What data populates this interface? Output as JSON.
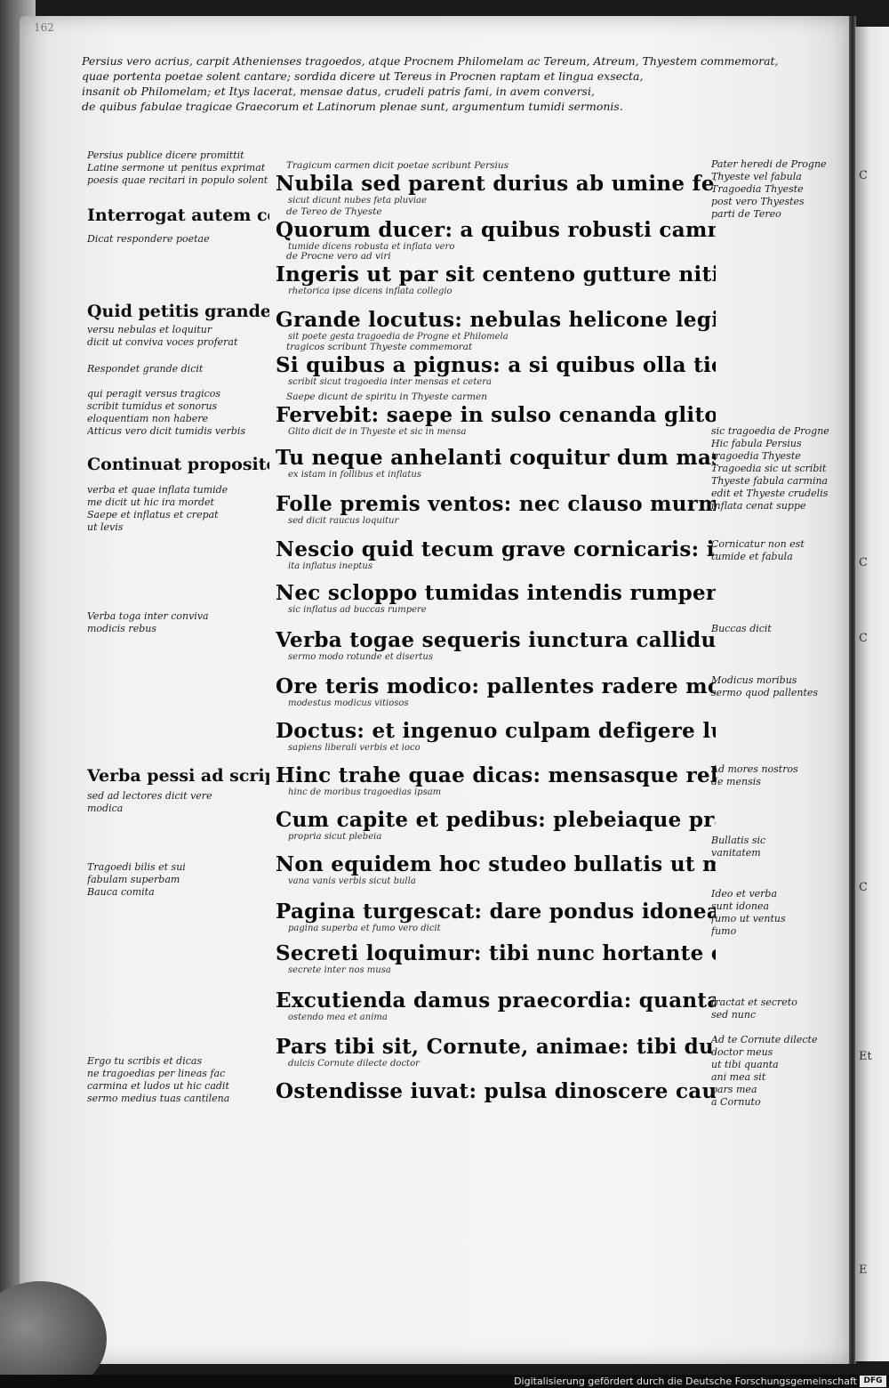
{
  "header": {
    "lines": [
      "Persius vero acrius, carpit Athenienses tragoedos, atque Procnem Philomelam ac Tereum, Atreum, Thyestem commemorat,",
      "quae portenta poetae solent cantare; sordida dicere ut Tereus in Procnen raptam et lingua exsecta,",
      "insanit ob Philomelam; et Itys lacerat, mensae datus, crudeli patris fami, in avem conversi,",
      "de quibus fabulae tragicae Graecorum et Latinorum plenae sunt, argumentum tumidi sermonis."
    ]
  },
  "left_margin": [
    {
      "lines": [
        "Persius publice dicere promittit",
        "Latine sermone ut penitus exprimat",
        "poesis quae recitari in populo solent"
      ],
      "big": ""
    },
    {
      "lines": [],
      "big": "Interrogat autem cetera"
    },
    {
      "lines": [
        "Dicat respondere poetae"
      ],
      "big": ""
    },
    {
      "lines": [],
      "big": "Quid petitis grandes"
    },
    {
      "lines": [
        "versu nebulas et loquitur",
        "dicit ut conviva voces proferat"
      ],
      "big": ""
    },
    {
      "lines": [
        "Respondet grande dicit"
      ],
      "big": ""
    },
    {
      "lines": [
        "qui peragit versus tragicos",
        "scribit tumidus et sonorus",
        "eloquentiam non habere",
        "Atticus vero dicit tumidis verbis"
      ],
      "big": ""
    },
    {
      "lines": [],
      "big": "Continuat proposito"
    },
    {
      "lines": [
        "verba et quae inflata tumide",
        "me dicit ut hic ira mordet",
        "Saepe et inflatus et crepat",
        "ut levis"
      ],
      "big": ""
    },
    {
      "lines": [
        "Verba toga inter conviva",
        "modicis rebus"
      ],
      "big": ""
    },
    {
      "lines": [],
      "big": "Verba pessi ad scrip"
    },
    {
      "lines": [
        "sed ad lectores dicit vere",
        "modica"
      ],
      "big": ""
    },
    {
      "lines": [
        "Tragoedi bilis et sui",
        "fabulam superbam",
        "Bauca comita"
      ],
      "big": ""
    },
    {
      "lines": [
        "Ergo tu scribis et dicas",
        "ne tragoedias per lineas fac",
        "carmina et ludos ut hic cadit",
        "sermo medius tuas cantilena"
      ],
      "big": ""
    }
  ],
  "verses": [
    {
      "above": "Tragicum carmen   dicit poetae   scribunt   Persius",
      "line": "Nubila sed parent durius ab umine feta",
      "below": "sicut dicunt   nubes feta   pluviae"
    },
    {
      "above": "de Tereo   de Thyeste",
      "line": "Quorum ducer: a quibus robusti cammo offas",
      "below": "tumide dicens   robusta   et inflata   vero"
    },
    {
      "above": "de Procne vero ad   viri",
      "line": "Ingeris ut par sit centeno gutture niti",
      "below": "rhetorica   ipse dicens   inflata   collegio"
    },
    {
      "above": "",
      "line": "Grande locutus: nebulas helicone legito",
      "below": "sit   poete   gesta tragoedia de Progne et Philomela"
    },
    {
      "above": "tragicos scribunt   Thyeste commemorat",
      "line": "Si quibus a pignus: a si quibus olla tieste",
      "below": "scribit sicut tragoedia   inter mensas   et cetera"
    },
    {
      "above": "Saepe dicunt de spiritu in   Thyeste   carmen",
      "line": "Fervebit: saepe in sulso cenanda glitoni",
      "below": "Glito   dicit de in   Thyeste   et sic   in mensa"
    },
    {
      "above": "",
      "line": "Tu neque anhelanti coquitur dum massa camino",
      "below": "ex istam   in follibus et   inflatus"
    },
    {
      "above": "",
      "line": "Folle premis ventos: nec clauso murmure raucus",
      "below": "sed   dicit   raucus   loquitur"
    },
    {
      "above": "",
      "line": "Nescio quid tecum grave cornicaris: ineptae",
      "below": "ita inflatus   ineptus"
    },
    {
      "above": "",
      "line": "Nec scloppo tumidas intendis rumpere buccas",
      "below": "sic inflatus ad   buccas   rumpere"
    },
    {
      "above": "",
      "line": "Verba togae sequeris iunctura callidus acri",
      "below": "sermo   modo   rotunde   et   disertus"
    },
    {
      "above": "",
      "line": "Ore teris modico: pallentes radere mores",
      "below": "modestus   modicus   vitiosos"
    },
    {
      "above": "",
      "line": "Doctus: et ingenuo culpam defigere ludo",
      "below": "sapiens   liberali   verbis   et   ioco"
    },
    {
      "above": "",
      "line": "Hinc trahe quae dicas: mensasque relinque miscenis",
      "below": "hinc de moribus   tragoedias   ipsam"
    },
    {
      "above": "",
      "line": "Cum capite et pedibus: plebeiaque prandia noveris",
      "below": "propria   sicut   plebeia"
    },
    {
      "above": "",
      "line": "Non equidem hoc studeo bullatis ut mihi nugis",
      "below": "vana   vanis   verbis   sicut bulla"
    },
    {
      "above": "",
      "line": "Pagina turgescat: dare pondus idonea fumo",
      "below": "pagina superba   et   fumo vero dicit"
    },
    {
      "above": "",
      "line": "Secreti loquimur: tibi nunc hortante camena",
      "below": "secrete   inter nos   musa"
    },
    {
      "above": "",
      "line": "Excutienda damus praecordia: quantaque nostrae",
      "below": "ostendo   mea   et   anima"
    },
    {
      "above": "",
      "line": "Pars tibi sit, Cornute, animae: tibi dulcis amice",
      "below": "dulcis   Cornute   dilecte   doctor"
    },
    {
      "above": "",
      "line": "Ostendisse iuvat: pulsa dinoscere cautus",
      "below": ""
    }
  ],
  "right_margin": [
    {
      "lines": [
        "Pater heredi de Progne",
        "Thyeste vel fabula",
        "Tragoedia Thyeste",
        "post vero Thyestes",
        "parti de Tereo"
      ]
    },
    {
      "lines": [
        "sic tragoedia de Progne",
        "Hic fabula Persius",
        "tragoedia Thyeste",
        "Tragoedia sic ut scribit",
        "Thyeste fabula carmina",
        "edit et Thyeste crudelis",
        "inflata cenat suppe"
      ]
    },
    {
      "lines": [
        "Cornicatur non est",
        "tumide et fabula"
      ]
    },
    {
      "lines": [
        "Buccas dicit"
      ]
    },
    {
      "lines": [
        "Modicus moribus",
        "sermo quod pallentes"
      ]
    },
    {
      "lines": [
        "Ad mores nostros",
        "de mensis"
      ]
    },
    {
      "lines": [
        "Bullatis sic",
        "vanitatem"
      ]
    },
    {
      "lines": [
        "Ideo et verba",
        "sunt idonea",
        "fumo ut ventus",
        "fumo"
      ]
    },
    {
      "lines": [
        "tractat et secreto",
        "sed nunc"
      ]
    },
    {
      "lines": [
        "Ad te Cornute dilecte",
        "doctor meus",
        "ut tibi quanta",
        "ani mea sit",
        "pars mea",
        "a Cornuto"
      ]
    }
  ],
  "right_edge": [
    "C",
    "C",
    "C",
    "C",
    "Et",
    "E"
  ],
  "folio_number": "162",
  "footer": {
    "credit": "Digitalisierung gefördert durch die Deutsche Forschungsgemeinschaft",
    "logo": "DFG"
  }
}
